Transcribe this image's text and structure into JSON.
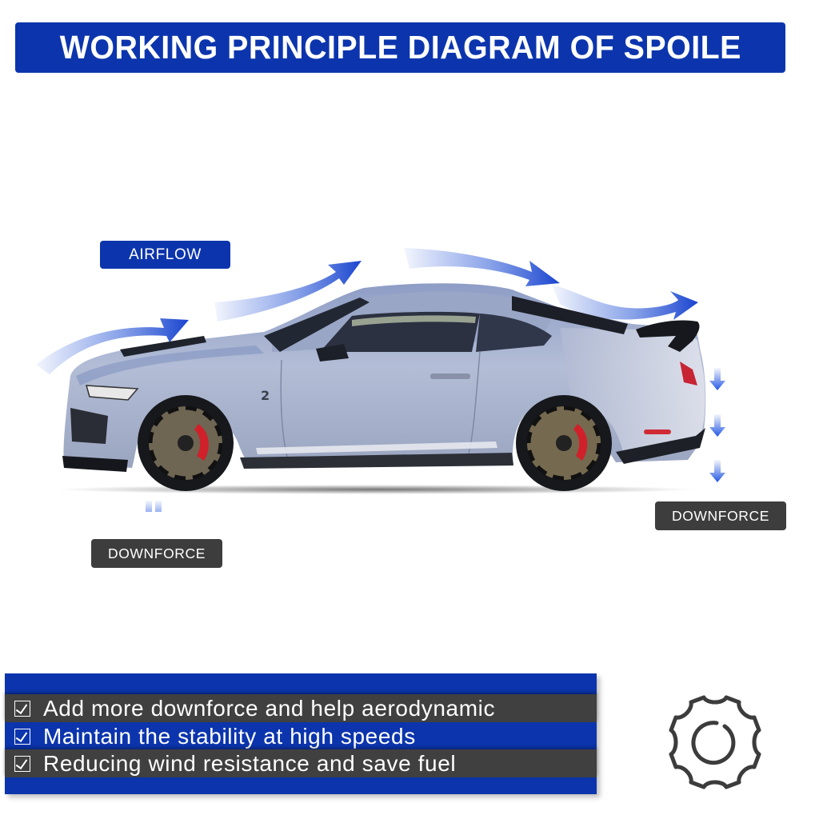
{
  "header": {
    "title": "WORKING PRINCIPLE DIAGRAM OF SPOILE"
  },
  "diagram": {
    "airflow_label": "AIRFLOW",
    "downforce_left_label": "DOWNFORCE",
    "downforce_right_label": "DOWNFORCE",
    "subject": "sports-car-side-view",
    "arrows": {
      "airflow_count": 4,
      "downforce_left_count": 2,
      "downforce_right_count": 3
    }
  },
  "features": {
    "items": [
      {
        "label": "Add more downforce and help aerodynamic",
        "checked": true
      },
      {
        "label": "Maintain the stability at high speeds",
        "checked": true
      },
      {
        "label": "Reducing wind resistance and save fuel",
        "checked": true
      }
    ],
    "icon": "gear-icon"
  },
  "colors": {
    "brand_blue": "#0c35ad",
    "label_dark": "#3d3d3d",
    "arrow_blue": "#1f4fd8",
    "car_body": "#a9b4cf",
    "caliper_red": "#d0202a"
  }
}
